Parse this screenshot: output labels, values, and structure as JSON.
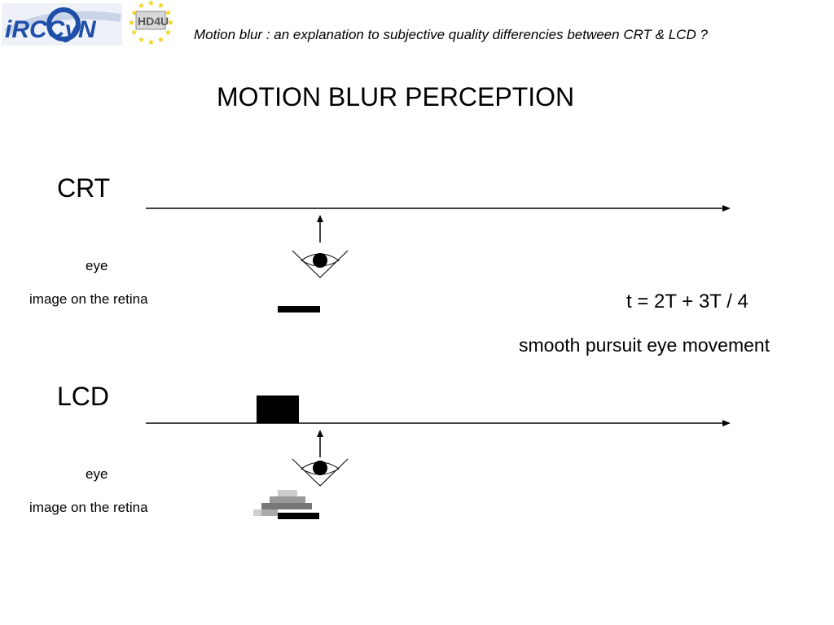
{
  "header": {
    "logo_text": "iRCCyN",
    "badge_text": "HD4U",
    "subtitle": "Motion blur : an explanation to subjective quality differencies between CRT & LCD ?"
  },
  "title": "MOTION BLUR PERCEPTION",
  "crt": {
    "label": "CRT",
    "eye_label": "eye",
    "retina_label": "image on the retina"
  },
  "lcd": {
    "label": "LCD",
    "eye_label": "eye",
    "retina_label": "image on the retina"
  },
  "time_label": "t = 2T + 3T / 4",
  "pursuit_label": "smooth pursuit eye movement",
  "colors": {
    "logo_blue": "#1f4fa8",
    "star_yellow": "#f2d21b",
    "ink": "#000000",
    "gray_light": "#cccccc",
    "gray_mid": "#999999",
    "gray_dark": "#666666"
  }
}
